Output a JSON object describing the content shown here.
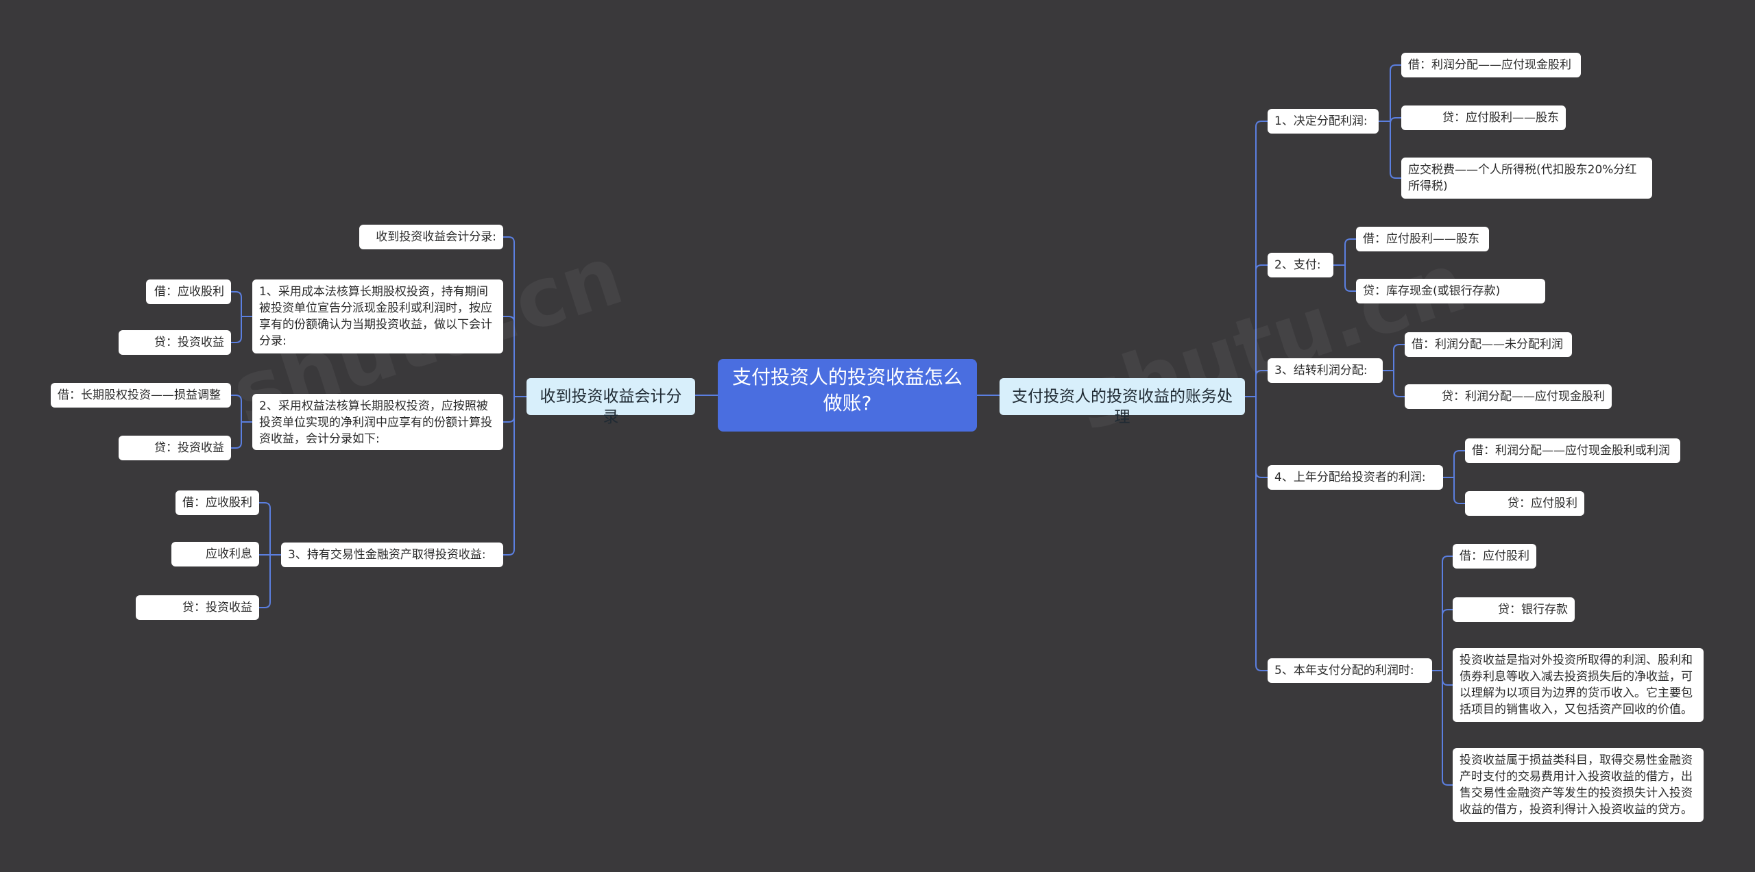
{
  "root": "支付投资人的投资收益怎么做账?",
  "left": {
    "label": "收到投资收益会计分录",
    "items": [
      {
        "label": "收到投资收益会计分录:",
        "children": []
      },
      {
        "label": "1、采用成本法核算长期股权投资，持有期间被投资单位宣告分派现金股利或利润时，按应享有的份额确认为当期投资收益，做以下会计分录:",
        "children": [
          "借：应收股利",
          "贷：投资收益"
        ]
      },
      {
        "label": "2、采用权益法核算长期股权投资，应按照被投资单位实现的净利润中应享有的份额计算投资收益，会计分录如下:",
        "children": [
          "借：长期股权投资——损益调整",
          "贷：投资收益"
        ]
      },
      {
        "label": "3、持有交易性金融资产取得投资收益:",
        "children": [
          "借：应收股利",
          "应收利息",
          "贷：投资收益"
        ]
      }
    ]
  },
  "right": {
    "label": "支付投资人的投资收益的账务处理",
    "items": [
      {
        "label": "1、决定分配利润:",
        "children": [
          "借：利润分配——应付现金股利",
          "贷：应付股利——股东",
          "应交税费——个人所得税(代扣股东20%分红所得税)"
        ]
      },
      {
        "label": "2、支付:",
        "children": [
          "借：应付股利——股东",
          "贷：库存现金(或银行存款)"
        ]
      },
      {
        "label": "3、结转利润分配:",
        "children": [
          "借：利润分配——未分配利润",
          "贷：利润分配——应付现金股利"
        ]
      },
      {
        "label": "4、上年分配给投资者的利润:",
        "children": [
          "借：利润分配——应付现金股利或利润",
          "贷：应付股利"
        ]
      },
      {
        "label": "5、本年支付分配的利润时:",
        "children": [
          "借：应付股利",
          "贷：银行存款",
          "投资收益是指对外投资所取得的利润、股利和债券利息等收入减去投资损失后的净收益，可以理解为以项目为边界的货币收入。它主要包括项目的销售收入，又包括资产回收的价值。",
          "投资收益属于损益类科目，取得交易性金融资产时支付的交易费用计入投资收益的借方，出售交易性金融资产等发生的投资损失计入投资收益的借方，投资利得计入投资收益的贷方。"
        ]
      }
    ]
  },
  "colors": {
    "background": "#3a393b",
    "root": "#4a6ee0",
    "branch": "#d8effb",
    "link": "#5b7fe0"
  }
}
